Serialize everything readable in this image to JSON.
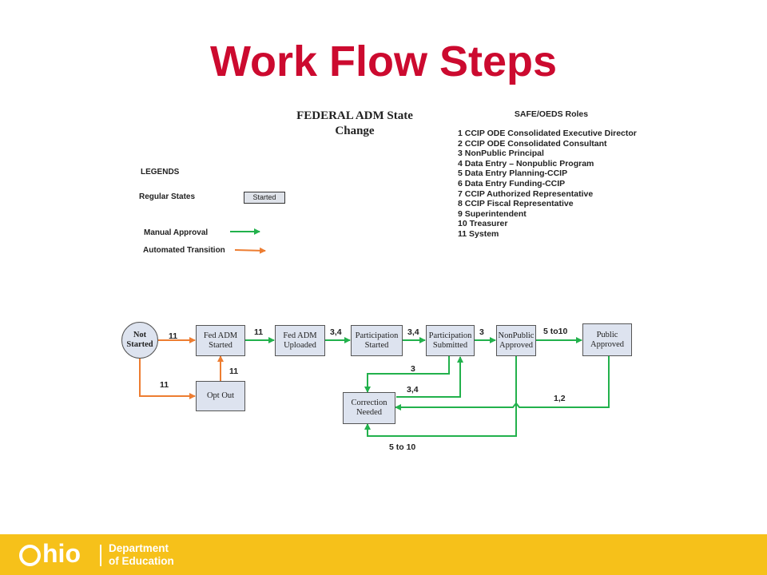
{
  "title": "Work Flow Steps",
  "diagram_title": {
    "line1": "FEDERAL ADM State",
    "line2": "Change"
  },
  "roles": {
    "heading": "SAFE/OEDS Roles",
    "items": [
      "1 CCIP ODE Consolidated Executive Director",
      "2 CCIP ODE Consolidated Consultant",
      "3 NonPublic Principal",
      "4 Data Entry – Nonpublic Program",
      "5 Data Entry Planning-CCIP",
      "6 Data Entry Funding-CCIP",
      "7 CCIP Authorized Representative",
      "8 CCIP Fiscal Representative",
      "9 Superintendent",
      "10 Treasurer",
      "11 System"
    ]
  },
  "legend": {
    "heading": "LEGENDS",
    "regular_states": "Regular States",
    "sample_state": "Started",
    "manual_approval": "Manual Approval",
    "automated_transition": "Automated Transition",
    "manual_color": "#22b14c",
    "automated_color": "#ed7d31"
  },
  "nodes": {
    "not_started": "Not\nStarted",
    "fed_adm_started": "Fed ADM\nStarted",
    "fed_adm_uploaded": "Fed ADM\nUploaded",
    "participation_started": "Participation\nStarted",
    "participation_submitted": "Participation\nSubmitted",
    "nonpublic_approved": "NonPublic\nApproved",
    "public_approved": "Public\nApproved",
    "opt_out": "Opt Out",
    "correction_needed": "Correction\nNeeded"
  },
  "edge_labels": {
    "not_started_to_fed_started": "11",
    "not_started_to_opt_out": "11",
    "opt_out_to_fed_started": "11",
    "fed_started_to_uploaded": "11",
    "uploaded_to_part_started": "3,4",
    "part_started_to_submitted": "3,4",
    "submitted_to_nonpublic": "3",
    "nonpublic_to_public": "5 to10",
    "submitted_to_correction": "3",
    "correction_to_submitted": "3,4",
    "public_to_correction": "1,2",
    "nonpublic_to_correction": "5 to 10"
  },
  "footer": {
    "logo_text": "hio",
    "department_line1": "Department",
    "department_line2": "of Education",
    "background": "#f6c11a"
  }
}
